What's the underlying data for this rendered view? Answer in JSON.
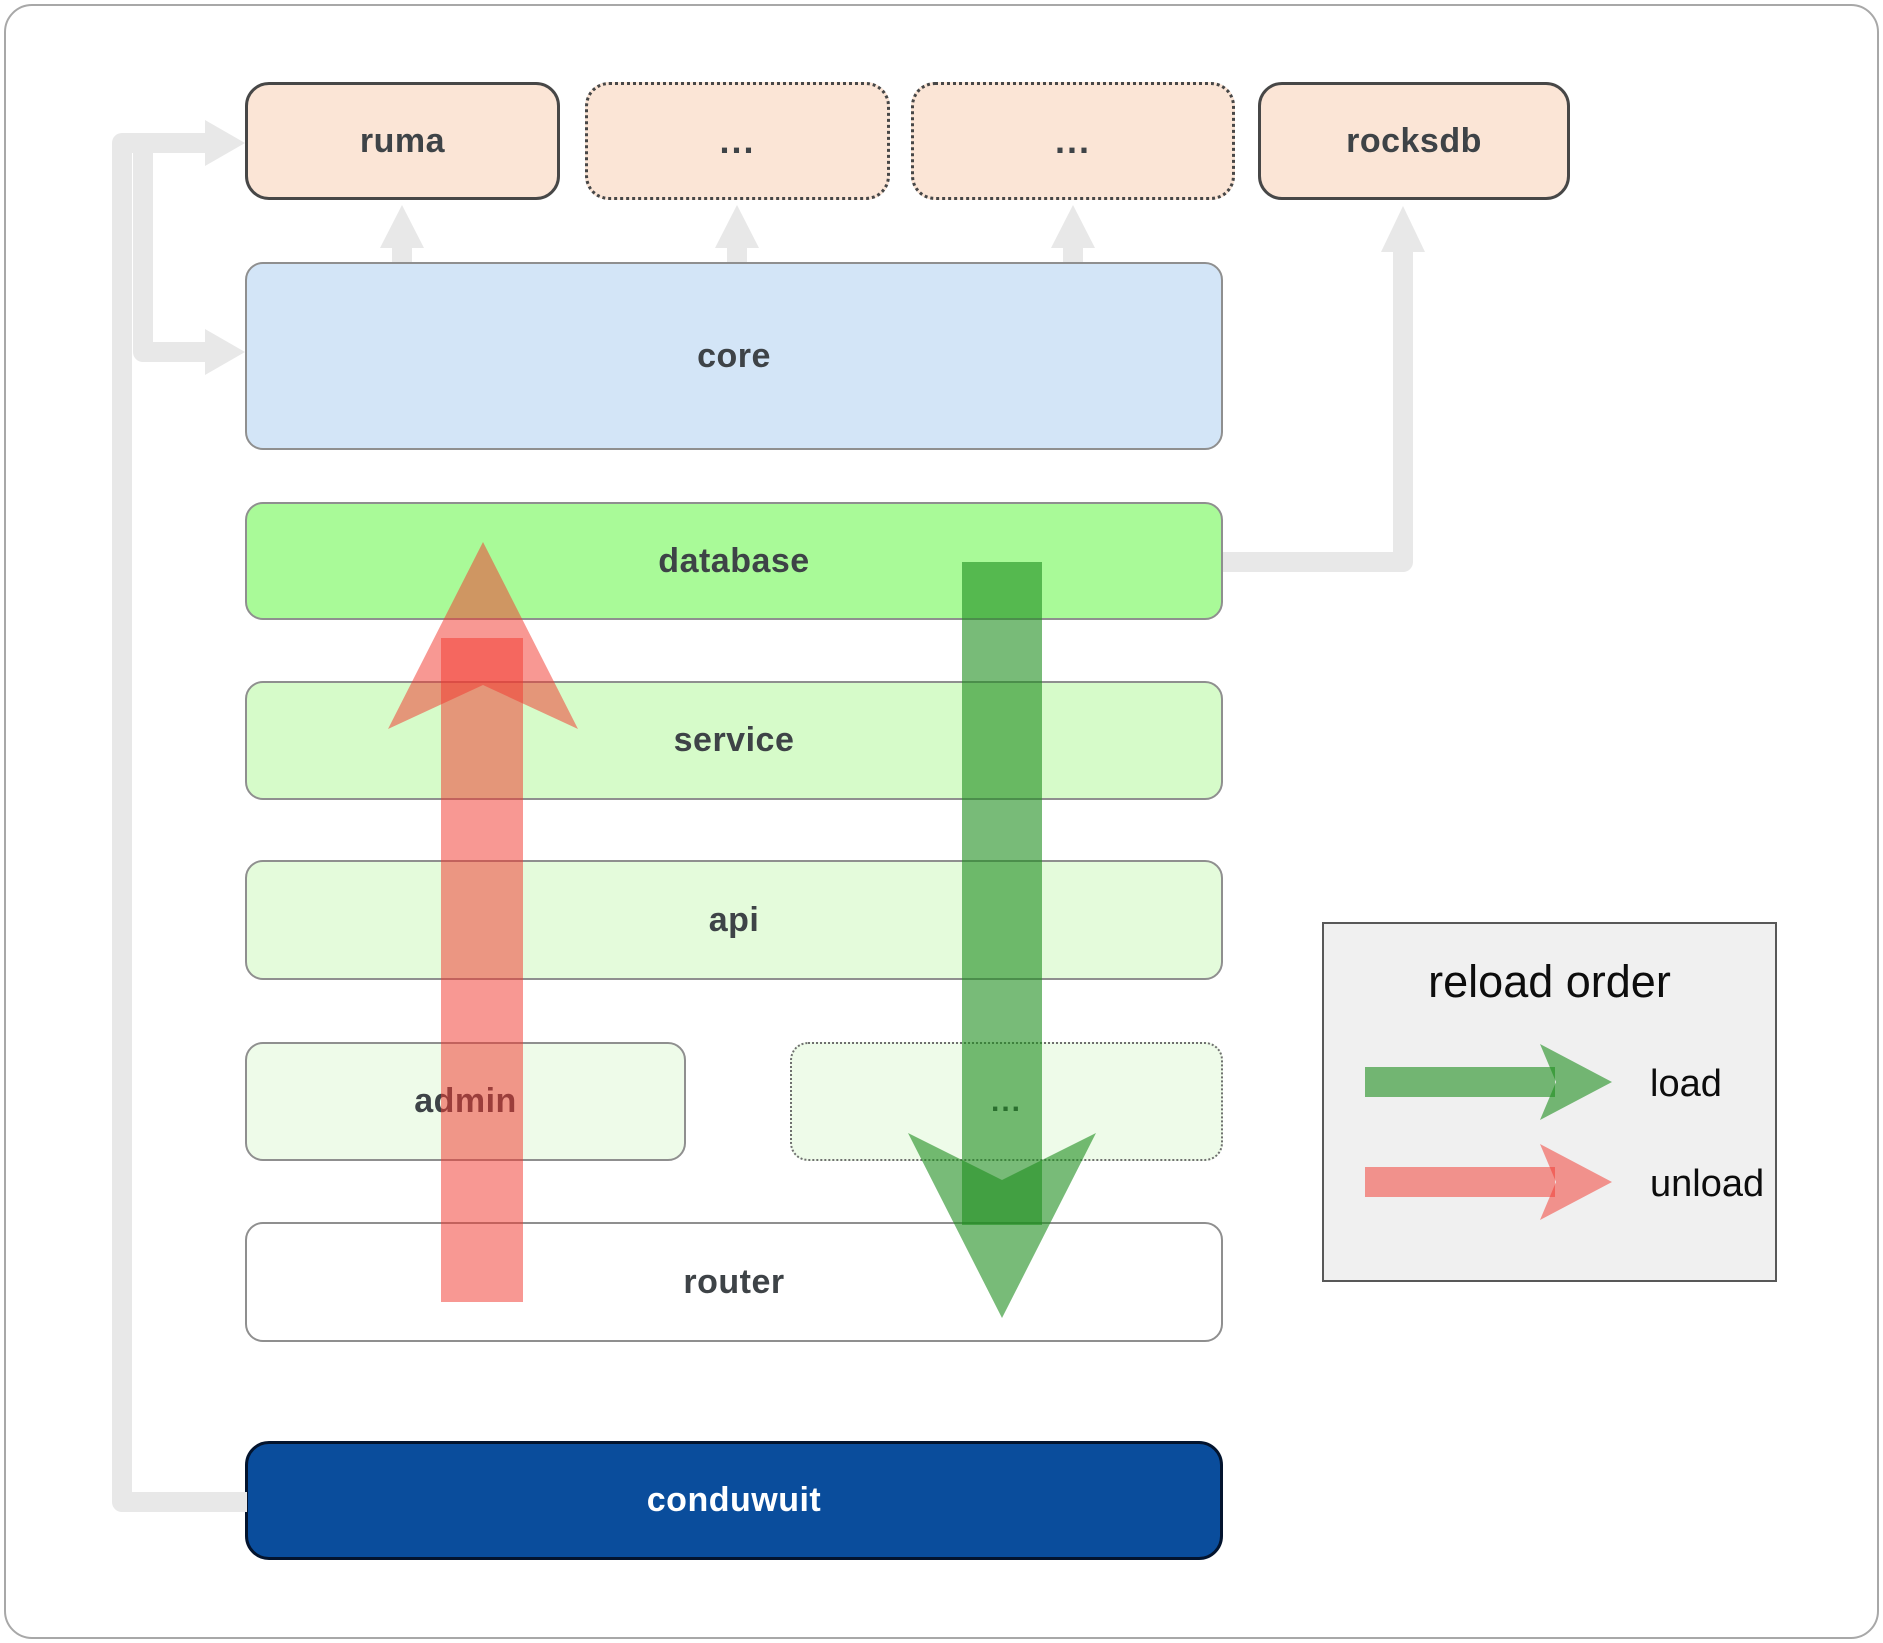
{
  "nodes": {
    "ruma": {
      "label": "ruma"
    },
    "extra1": {
      "label": "..."
    },
    "extra2": {
      "label": "..."
    },
    "rocksdb": {
      "label": "rocksdb"
    },
    "core": {
      "label": "core"
    },
    "database": {
      "label": "database"
    },
    "service": {
      "label": "service"
    },
    "api": {
      "label": "api"
    },
    "admin": {
      "label": "admin"
    },
    "extra3": {
      "label": "..."
    },
    "router": {
      "label": "router"
    },
    "conduwuit": {
      "label": "conduwuit"
    }
  },
  "legend": {
    "title": "reload order",
    "items": [
      {
        "label": "load",
        "color": "#1e8d1e"
      },
      {
        "label": "unload",
        "color": "#f23a30"
      }
    ]
  },
  "colors": {
    "node-peach": "#fbe5d6",
    "node-blue": "#d3e5f7",
    "node-green-bright": "#a9fa98",
    "node-green-light": "#d6fbc9",
    "node-green-pale": "#e4fbdb",
    "node-green-faint": "#eefbe9",
    "node-navy": "#0a4d9c",
    "border-dark": "#474747",
    "border-gray": "#8f8f8f",
    "connector-gray": "#e8e8e8",
    "load-green": "#1e8d1e",
    "unload-red": "#f23a30",
    "legend-bg": "#f0f0f0",
    "frame-gray": "#a8a8a8",
    "text-dark": "#3e4347"
  }
}
